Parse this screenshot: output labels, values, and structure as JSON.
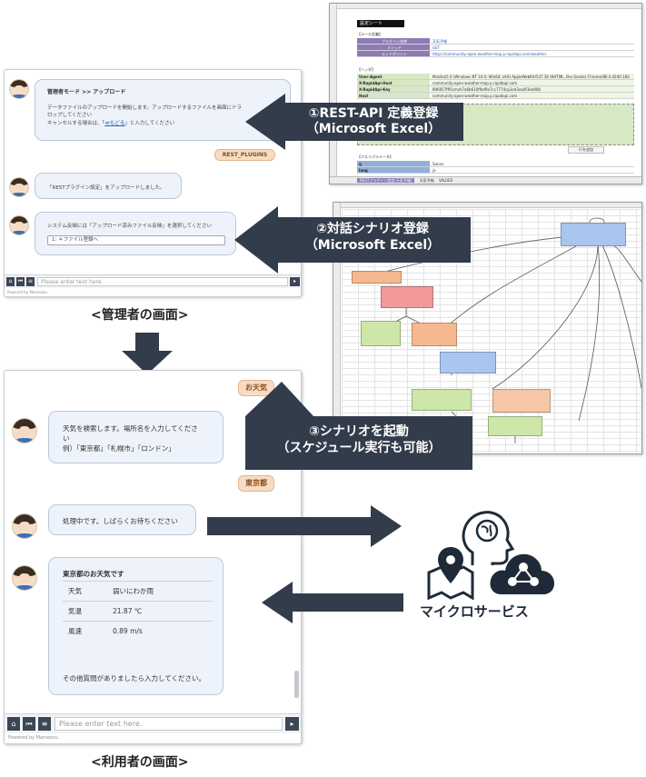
{
  "admin_chat": {
    "header": "管理者モード >> アップロード",
    "bot_message_1_line1": "データファイルのアップロードを開始します。アップロードするファイルを画面にドラ",
    "bot_message_1_line2": "ロップしてください",
    "bot_message_1_line3_pre": "キャンセルする場合は、「",
    "bot_message_1_link": "≪もどる",
    "bot_message_1_line3_post": "」と入力してください",
    "user_message": "REST_PLUGINS",
    "bot_message_2": "「RESTプラグイン設定」をアップロードしました。",
    "bot_message_3": "システム反映には「アップロード済みファイル反映」を選択してください",
    "option_1": "1: ＊ファイル登録へ",
    "input_placeholder": "Please enter text here.",
    "powered_by": "Powered by Mamezou",
    "caption": "<管理者の画面>"
  },
  "user_chat": {
    "user_message_1": "お天気",
    "bot_message_1_line1": "天気を検索します。場所名を入力してくださ",
    "bot_message_1_line2": "い",
    "bot_message_1_line3": "例）「東京都」「札幌市」「ロンドン」",
    "user_message_2": "東京都",
    "bot_message_2": "処理中です。しばらくお待ちください",
    "weather_title": "東京都のお天気です",
    "weather_rows": [
      {
        "label": "天気",
        "value": "弱いにわか雨"
      },
      {
        "label": "気温",
        "value": "21.87 ℃"
      },
      {
        "label": "風速",
        "value": "0.89 m/s"
      }
    ],
    "bot_message_3_footer": "その他質問がありましたら入力してください。",
    "input_placeholder": "Please enter text here.",
    "powered_by": "Powered by Mamezou",
    "caption": "<利用者の画面>"
  },
  "arrows": {
    "step1_line1": "①REST-API 定義登録",
    "step1_line2": "（Microsoft Excel）",
    "step2_line1": "②対話シナリオ登録",
    "step2_line2": "（Microsoft Excel）",
    "step3_line1": "③シナリオを起動",
    "step3_line2": "（スケジュール実行も可能）"
  },
  "microservice": {
    "label": "マイクロサービス",
    "icons": [
      "map-pin-icon",
      "ai-head-icon",
      "cloud-network-icon"
    ]
  },
  "excel_sheet_1": {
    "title": "設定シート",
    "section_1": "【ルール定義】",
    "rows_1": [
      {
        "key": "プラグイン名称",
        "value": "天気予報"
      },
      {
        "key": "メソッド",
        "value": "GET"
      },
      {
        "key": "エンドポイント",
        "value": "https://community-open-weather-map.p.rapidapi.com/weather"
      }
    ],
    "section_2": "【ヘッダ】",
    "rows_2": [
      {
        "key": "User-Agent",
        "value": "Mozilla/5.0 (Windows NT 10.0; Win64; x64) AppleWebKit/537.36 (KHTML, like Gecko) Chrome/86.0.4240.183"
      },
      {
        "key": "X-RapidApi-Host",
        "value": "community-open-weather-map.p.rapidapi.com"
      },
      {
        "key": "X-RapidApi-Key",
        "value": "896057f95cmsh7a6b610f9af9a7cc7774cp1ed3ea0f3ea908"
      },
      {
        "key": "Host",
        "value": "community-open-weather-map.p.rapidapi.com"
      }
    ],
    "add_row": "行を追加",
    "section_3": "【クエリパラメータ】",
    "rows_3": [
      {
        "key": "q",
        "value": "Sanza"
      },
      {
        "key": "lang",
        "value": "ja"
      }
    ],
    "tabs": [
      "RESTプラグイン設定(天気予報)",
      "天気予報",
      "VALUES"
    ]
  },
  "colors": {
    "arrow_dark": "#323c4a",
    "bubble_bg": "#eef3fb",
    "user_bubble_bg": "#f7dcc3",
    "input_button": "#3c4654",
    "microservice_icon": "#1f2a38"
  }
}
